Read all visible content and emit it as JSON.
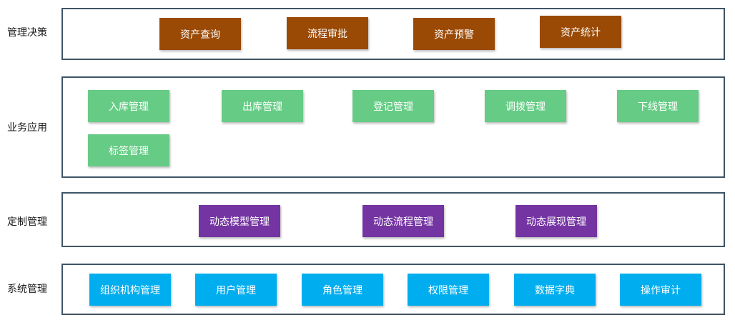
{
  "colors": {
    "decision": "#9a4a05",
    "business": "#66cc85",
    "custom": "#7434a2",
    "system": "#00aeef",
    "border": "#3f5566"
  },
  "layers": {
    "decision": {
      "label": "管理决策",
      "items": [
        "资产查询",
        "流程审批",
        "资产预警",
        "资产统计"
      ]
    },
    "business": {
      "label": "业务应用",
      "items": [
        "入库管理",
        "出库管理",
        "登记管理",
        "调拨管理",
        "下线管理",
        "标签管理"
      ]
    },
    "custom": {
      "label": "定制管理",
      "items": [
        "动态模型管理",
        "动态流程管理",
        "动态展现管理"
      ]
    },
    "system": {
      "label": "系统管理",
      "items": [
        "组织机构管理",
        "用户管理",
        "角色管理",
        "权限管理",
        "数据字典",
        "操作审计"
      ]
    }
  }
}
